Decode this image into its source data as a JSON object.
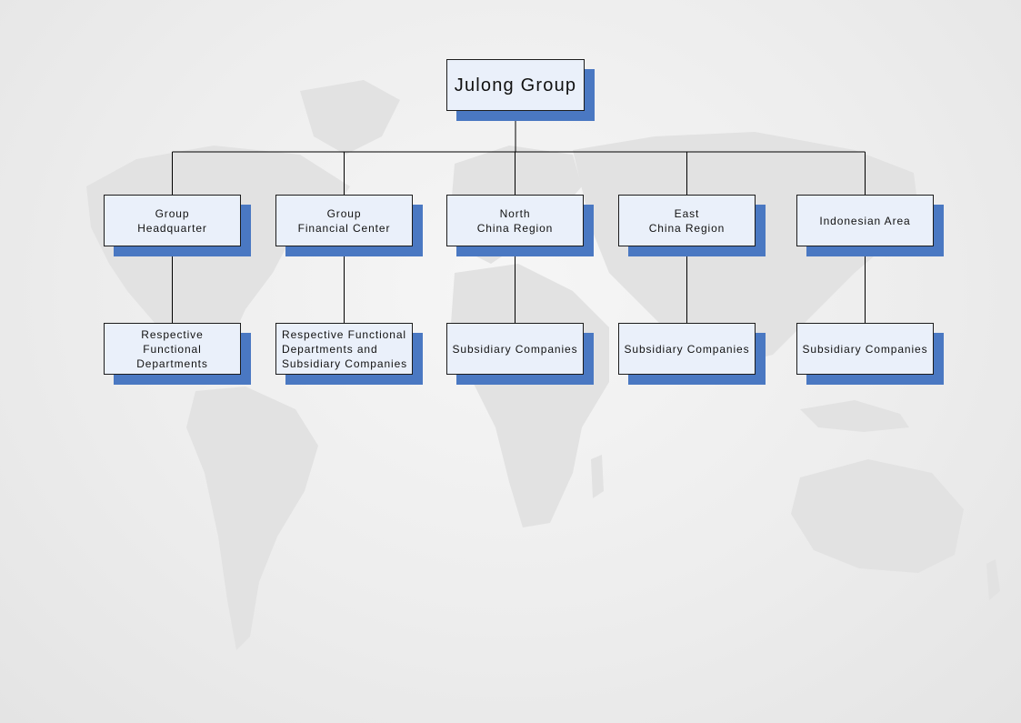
{
  "chart_data": {
    "type": "org-chart",
    "root": {
      "id": "julong",
      "label": "Julong Group",
      "children": [
        {
          "id": "hq",
          "label": "Group\nHeadquarter",
          "children": [
            {
              "id": "hq-depts",
              "label": "Respective\nFunctional\nDepartments"
            }
          ]
        },
        {
          "id": "fin",
          "label": "Group\nFinancial Center",
          "children": [
            {
              "id": "fin-depts",
              "label": "Respective Functional\nDepartments and\nSubsidiary Companies"
            }
          ]
        },
        {
          "id": "north",
          "label": "North\nChina Region",
          "children": [
            {
              "id": "north-subs",
              "label": "Subsidiary Companies"
            }
          ]
        },
        {
          "id": "east",
          "label": "East\nChina Region",
          "children": [
            {
              "id": "east-subs",
              "label": "Subsidiary Companies"
            }
          ]
        },
        {
          "id": "indo",
          "label": "Indonesian Area",
          "children": [
            {
              "id": "indo-subs",
              "label": "Subsidiary Companies"
            }
          ]
        }
      ]
    }
  },
  "colors": {
    "box_fill": "#eaf0fa",
    "box_border": "#1c1c1c",
    "shadow": "#4a78c2",
    "connector": "#000000",
    "background": "#ececec",
    "map_land": "#e3e3e3"
  },
  "background_icon": "world-map-icon"
}
